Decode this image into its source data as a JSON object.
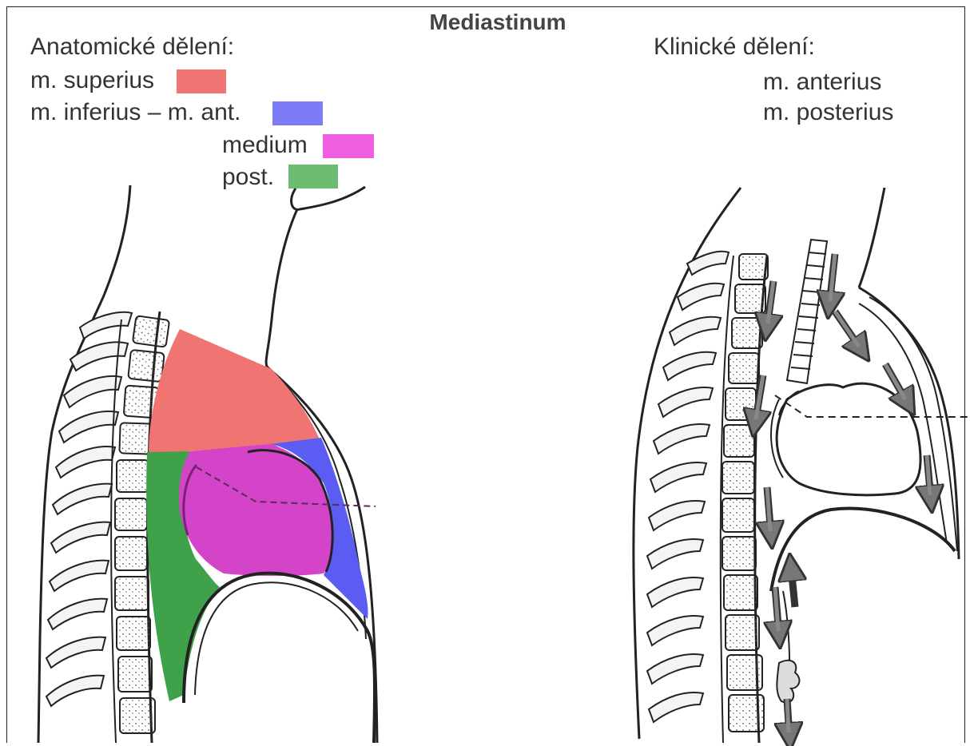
{
  "title": "Mediastinum",
  "anatomical": {
    "heading": "Anatomické dělení:",
    "superius": "m. superius",
    "inferius": "m. inferius – m. ant.",
    "medium": "medium",
    "post": "post."
  },
  "clinical": {
    "heading": "Klinické dělení:",
    "anterius": "m. anterius",
    "posterius": "m. posterius"
  },
  "colors": {
    "superius": "#f07572",
    "anterior": "#5a5cf2",
    "medium": "#d444c8",
    "posterior": "#3fa24a"
  }
}
